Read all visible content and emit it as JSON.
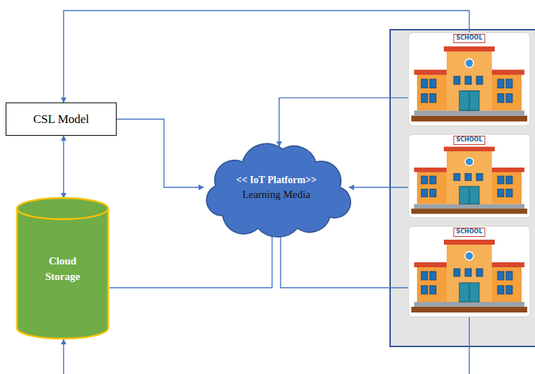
{
  "diagram": {
    "nodes": [
      {
        "text": [
          "CSL Model"
        ]
      },
      {
        "text": [
          "<< IoT Platform>>",
          "Learning Media"
        ]
      },
      {
        "text": [
          "Cloud Storage"
        ]
      },
      {
        "text": [
          "SCHOOL"
        ]
      },
      {
        "text": [
          "SCHOOL"
        ]
      },
      {
        "text": [
          "SCHOOL"
        ]
      }
    ],
    "edges": [
      {
        "from": 0,
        "to": 1,
        "arrow": "to"
      },
      {
        "from": 0,
        "to": 2,
        "arrow": "both"
      },
      {
        "from": 2,
        "to": 1,
        "arrow": "to"
      },
      {
        "from": 3,
        "to": 1,
        "arrow": "to"
      },
      {
        "from": 4,
        "to": 1,
        "arrow": "to"
      },
      {
        "from": 5,
        "to": 1,
        "arrow": "to"
      },
      {
        "from": 3,
        "to": 0,
        "arrow": "to"
      },
      {
        "from": 5,
        "to": 2,
        "arrow": "to"
      }
    ]
  }
}
